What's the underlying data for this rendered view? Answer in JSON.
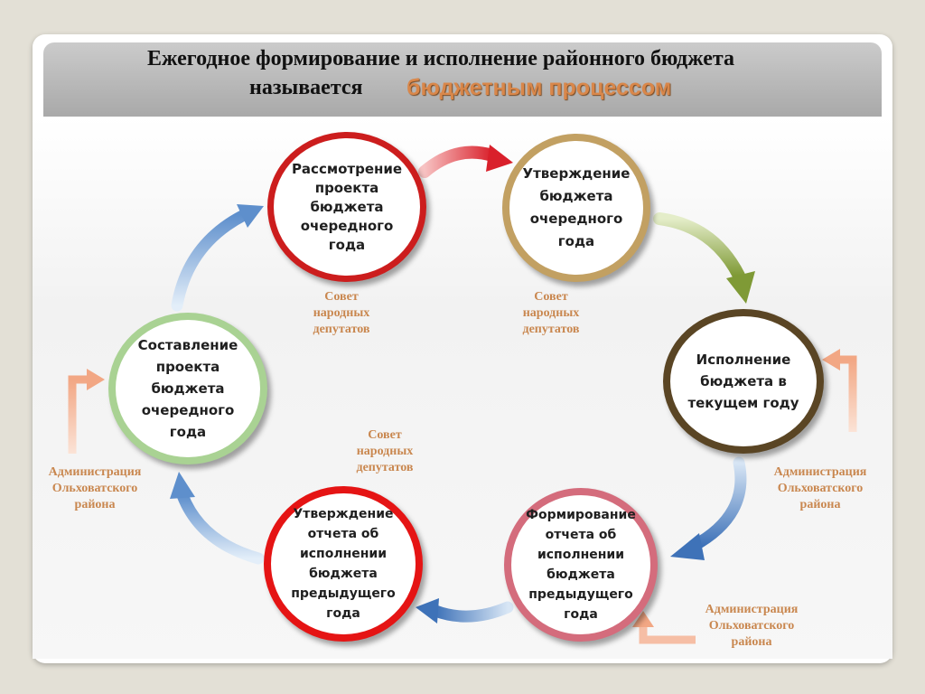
{
  "title": {
    "line1": "Ежегодное формирование и исполнение районного бюджета",
    "line2": "называется",
    "accent": "бюджетным процессом"
  },
  "stages": [
    {
      "text": "Рассмотрение проекта бюджета очередного года"
    },
    {
      "text": "Утверждение бюджета очередного года"
    },
    {
      "text": "Исполнение бюджета в текущем году"
    },
    {
      "text": "Формирование отчета об исполнении бюджета предыдущего года"
    },
    {
      "text": "Утверждение отчета об исполнении бюджета предыдущего года"
    },
    {
      "text": "Составление проекта бюджета очередного года"
    }
  ],
  "actors": {
    "council_1": {
      "line1": "Совет",
      "line2": "народных",
      "line3": "депутатов"
    },
    "council_2": {
      "line1": "Совет",
      "line2": "народных",
      "line3": "депутатов"
    },
    "council_3": {
      "line1": "Совет",
      "line2": "народных",
      "line3": "депутатов"
    },
    "admin_left": {
      "line1": "Администрация",
      "line2": "Ольховатского",
      "line3": "района"
    },
    "admin_right": {
      "line1": "Администрация",
      "line2": "Ольховатского",
      "line3": "района"
    },
    "admin_bottom": {
      "line1": "Администрация",
      "line2": "Ольховатского",
      "line3": "района"
    }
  },
  "colors": {
    "stage_1": "#cc1d1d",
    "stage_2": "#c2a062",
    "stage_3": "#5a4524",
    "stage_4": "#d46c7c",
    "stage_5": "#e51414",
    "stage_6": "#a9d293",
    "label": "#c9874f",
    "accent": "#d9874a"
  }
}
